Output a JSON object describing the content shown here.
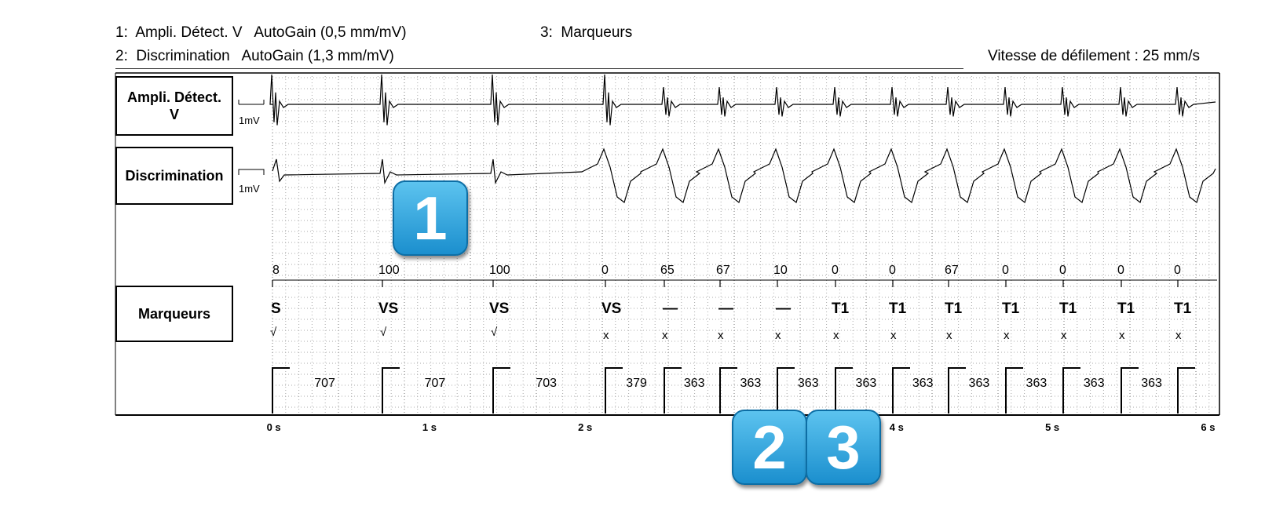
{
  "header": {
    "line1": "1:  Ampli. Détect. V   AutoGain (0,5 mm/mV)",
    "line2": "2:  Discrimination   AutoGain (1,3 mm/mV)",
    "line3": "3:  Marqueurs",
    "speed": "Vitesse de défilement : 25 mm/s"
  },
  "channels": {
    "ch1_label": "Ampli. Détect.\nV",
    "ch2_label": "Discrimination",
    "ch3_label": "Marqueurs",
    "scale1": "1mV",
    "scale2": "1mV"
  },
  "markers": {
    "values": [
      "8",
      "100",
      "100",
      "0",
      "65",
      "67",
      "10",
      "0",
      "0",
      "67",
      "0",
      "0",
      "0",
      "0"
    ],
    "labels": [
      "S",
      "VS",
      "VS",
      "VS",
      "—",
      "—",
      "—",
      "T1",
      "T1",
      "T1",
      "T1",
      "T1",
      "T1",
      "T1"
    ],
    "checks": [
      "√",
      "√",
      "√",
      "x",
      "x",
      "x",
      "x",
      "x",
      "x",
      "x",
      "x",
      "x",
      "x",
      "x"
    ],
    "intervals": [
      "707",
      "707",
      "703",
      "379",
      "363",
      "363",
      "363",
      "363",
      "363",
      "363",
      "363",
      "363",
      "363"
    ]
  },
  "time_axis": [
    "0 s",
    "1 s",
    "2 s",
    "4 s",
    "5 s",
    "6 s"
  ],
  "badges": [
    "1",
    "2",
    "3"
  ],
  "colors": {
    "badge": "#2aa3dc",
    "grid": "#9a9a9a",
    "trace": "#000000"
  }
}
